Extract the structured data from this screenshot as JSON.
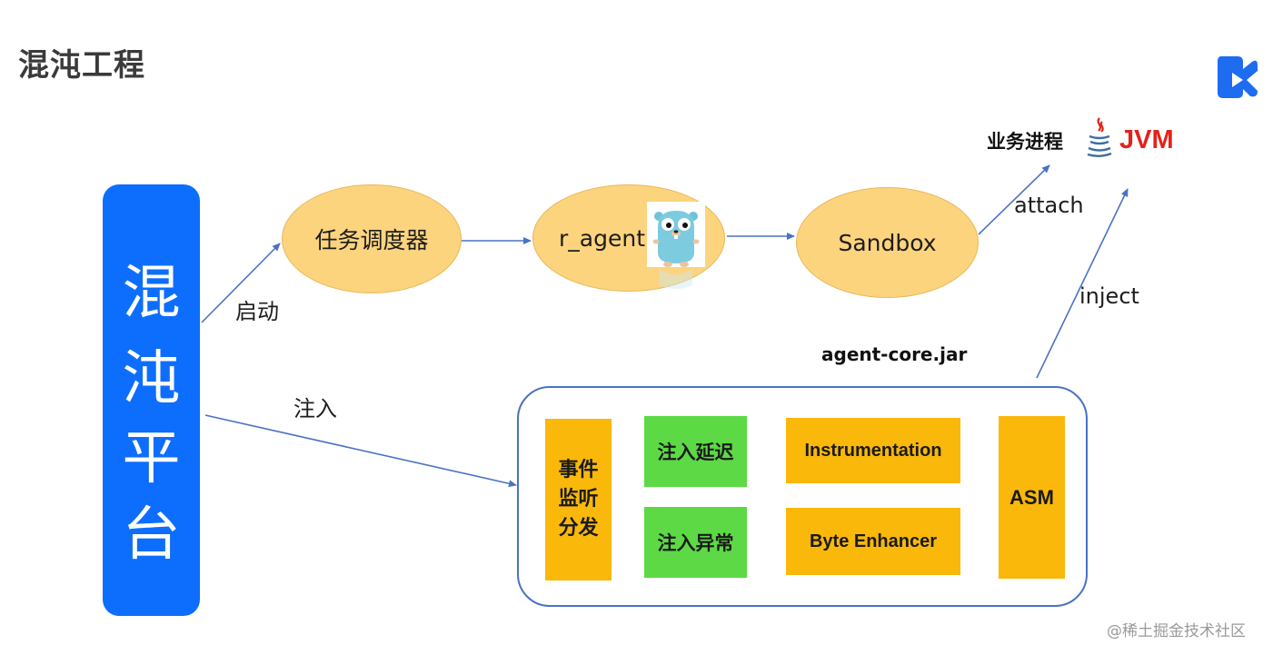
{
  "page": {
    "title": "混沌工程"
  },
  "platform": {
    "chars": [
      "混",
      "沌",
      "平",
      "台"
    ]
  },
  "nodes": {
    "scheduler": "任务调度器",
    "r_agent": "r_agent",
    "sandbox": "Sandbox"
  },
  "edges": {
    "start": "启动",
    "inject_cn": "注入",
    "attach": "attach",
    "inject": "inject"
  },
  "target": {
    "process_label": "业务进程",
    "jvm": "JVM",
    "java_icon": "java-icon"
  },
  "agent_core": {
    "label": "agent-core.jar",
    "modules": {
      "event": "事件\n监听\n分发",
      "inject_delay": "注入延迟",
      "inject_exception": "注入异常",
      "instrumentation": "Instrumentation",
      "byte_enhancer": "Byte Enhancer",
      "asm": "ASM"
    }
  },
  "colors": {
    "platform": "#0d6efd",
    "ellipse": "#fcd47e",
    "orange_box": "#f9b80a",
    "green_box": "#5cd945",
    "arrow": "#4a72c4",
    "jvm": "#e2231a"
  },
  "watermark": "@稀土掘金技术社区"
}
